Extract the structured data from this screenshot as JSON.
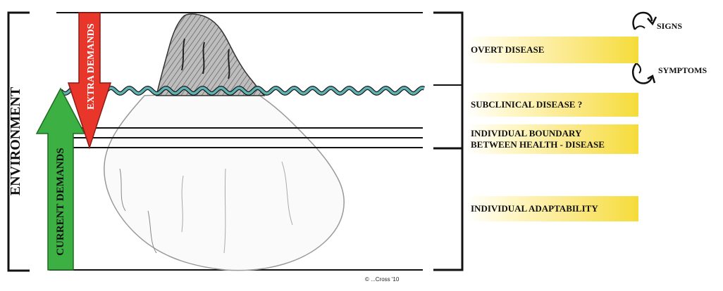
{
  "environment_label": "ENVIRONMENT",
  "current_demands_label": "CURRENT DEMANDS",
  "extra_demands_label": "EXTRA DEMANDS",
  "bands": [
    {
      "label": "OVERT DISEASE"
    },
    {
      "label": "SUBCLINICAL DISEASE ?"
    },
    {
      "label_line1": "INDIVIDUAL BOUNDARY",
      "label_line2": "BETWEEN HEALTH - DISEASE"
    },
    {
      "label": "INDIVIDUAL ADAPTABILITY"
    }
  ],
  "signs_label": "SIGNS",
  "symptoms_label": "SYMPTOMS",
  "signature": "© ...Cross '10",
  "colors": {
    "current_arrow": "#3cb043",
    "extra_arrow": "#e8362b",
    "water": "#5fb3b3",
    "band_yellow": "#f5dc3a"
  }
}
